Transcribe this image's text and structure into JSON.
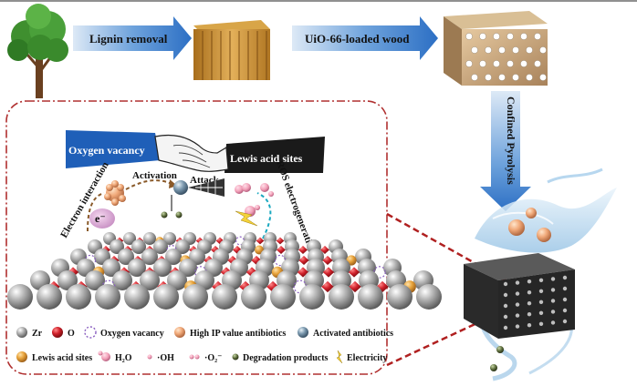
{
  "process": {
    "step1": "Lignin removal",
    "step2": "UiO-66-loaded wood",
    "step3": "Confined Pyrolysis"
  },
  "mechanism": {
    "handshake_left": "Oxygen vacancy",
    "handshake_right": "Lewis acid sites",
    "activation": "Activation",
    "attack": "Attack",
    "electron_interaction": "Electron interaction",
    "ros": "ROS electrogeneration",
    "electron": "e⁻"
  },
  "legend": {
    "zr": "Zr",
    "o": "O",
    "oxygen_vacancy": "Oxygen vacancy",
    "high_ip": "High IP value antibiotics",
    "activated": "Activated antibiotics",
    "lewis": "Lewis acid sites",
    "h2o": "H₂O",
    "oh": "·OH",
    "o2": "·O₂⁻",
    "degradation": "Degradation products",
    "electricity": "Electricity"
  },
  "colors": {
    "arrow_blue": "#3b7fd0",
    "frame_red": "#b03030",
    "zr_grey": "#9a9a9a",
    "o_red": "#d0202a",
    "lewis_orange": "#e7a23a",
    "vacancy_purple": "#8a5fc0",
    "wood": "#c8922e"
  }
}
